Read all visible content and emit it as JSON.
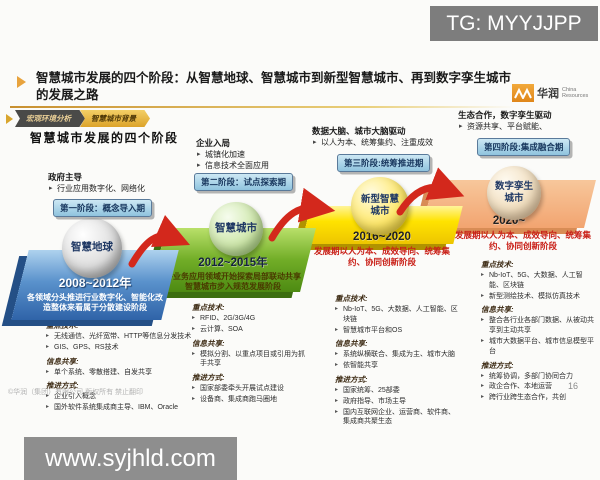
{
  "overlays": {
    "tg_box": "TG: MYYJJPP",
    "site_box": "www.syjhld.com",
    "copyright": "©华润（集团）有限公司 版权所有 禁止翻印",
    "page_number": "16"
  },
  "header": {
    "title": "智慧城市发展的四个阶段：从智慧地球、智慧城市到新型智慧城市、再到数字孪生城市的发展之路",
    "logo_text": "华润",
    "logo_sub": "China Resources",
    "breadcrumb": {
      "tab1": "宏观环境分析",
      "tab2": "智慧城市背景"
    },
    "section_title": "智慧城市发展的四个阶段"
  },
  "stages": [
    {
      "callout_title": "政府主导",
      "callout_bullets": [
        "行业应用数字化、网络化"
      ],
      "badge": "第一阶段：概念导入期",
      "sphere": "智慧地球",
      "period": "2008~2012年",
      "desc": "各领域分头推进行业数字化、智能化改造整体来看属于分散建设阶段",
      "details": [
        {
          "heading": "重点技术:",
          "items": [
            "无线通信、光纤宽带、HTTP等信息分发技术",
            "GIS、GPS、RS技术"
          ]
        },
        {
          "heading": "信息共享:",
          "items": [
            "单个系统、零散搭建、自发共享"
          ]
        },
        {
          "heading": "推进方式:",
          "items": [
            "企业引入概念",
            "国外软件系统集成商主导、IBM、Oracle"
          ]
        }
      ]
    },
    {
      "callout_title": "企业入局",
      "callout_bullets": [
        "城镇化加速",
        "信息技术全面应用"
      ],
      "badge": "第二阶段：试点探索期",
      "sphere": "智慧城市",
      "period": "2012~2015年",
      "desc": "各业务应用领域开始探索局部联动共享智慧城市步入规范发展阶段",
      "details": [
        {
          "heading": "重点技术:",
          "items": [
            "RFID、2G/3G/4G",
            "云计算、SOA"
          ]
        },
        {
          "heading": "信息共享:",
          "items": [
            "模拟分割、以重点项目或引用为抓手共享"
          ]
        },
        {
          "heading": "推进方式:",
          "items": [
            "国家部委牵头开展试点建设",
            "设备商、集成商跑马圈地"
          ]
        }
      ]
    },
    {
      "callout_title": "数据大脑、城市大脑驱动",
      "callout_bullets": [
        "以人为本、统筹集约、注重成效"
      ],
      "badge": "第三阶段:统筹推进期",
      "sphere": "新型智慧城市",
      "period": "2016~2020",
      "desc": "发展期以人为本、成效导向、统筹集约、协同创新阶段",
      "details": [
        {
          "heading": "重点技术:",
          "items": [
            "Nb-IoT、5G、大数据、人工智能、区块链",
            "智慧城市平台和OS"
          ]
        },
        {
          "heading": "信息共享:",
          "items": [
            "系统纵横联合、集成为主、城市大脑",
            "依智能共享"
          ]
        },
        {
          "heading": "推进方式:",
          "items": [
            "国家统筹、25部委",
            "政府指导、市场主导",
            "国内互联网企业、运营商、软件商、集成商共聚生态"
          ]
        }
      ]
    },
    {
      "callout_title": "生态合作，数字孪生驱动",
      "callout_bullets": [
        "资源共享、平台赋能、"
      ],
      "badge": "第四阶段:集成融合期",
      "sphere": "数字孪生城市",
      "period": "2020~",
      "desc": "发展期以人为本、成效导向、统筹集约、协同创新阶段",
      "details": [
        {
          "heading": "重点技术:",
          "items": [
            "Nb-IoT、5G、大数据、人工智能、区块链",
            "新型测绘技术、模拟仿真技术"
          ]
        },
        {
          "heading": "信息共享:",
          "items": [
            "整合各行业各部门数据、从被动共享到主动共享",
            "城市大数据平台、城市信息模型平台"
          ]
        },
        {
          "heading": "推进方式:",
          "items": [
            "统筹协调，多部门协同合力",
            "政企合作、本地运营",
            "跨行业跨生态合作，共创"
          ]
        }
      ]
    }
  ],
  "colors": {
    "arrow_red": "#d3281c",
    "badge_bg": "#a9d4e8",
    "badge_text": "#17365d",
    "accent_gold": "#d9a62e",
    "stage1_platform": "#4a86c8",
    "stage2_platform": "#6fb32a",
    "stage3_platform": "#f5d400",
    "stage4_platform": "#f3ab79",
    "desc_red": "#cc2020"
  }
}
